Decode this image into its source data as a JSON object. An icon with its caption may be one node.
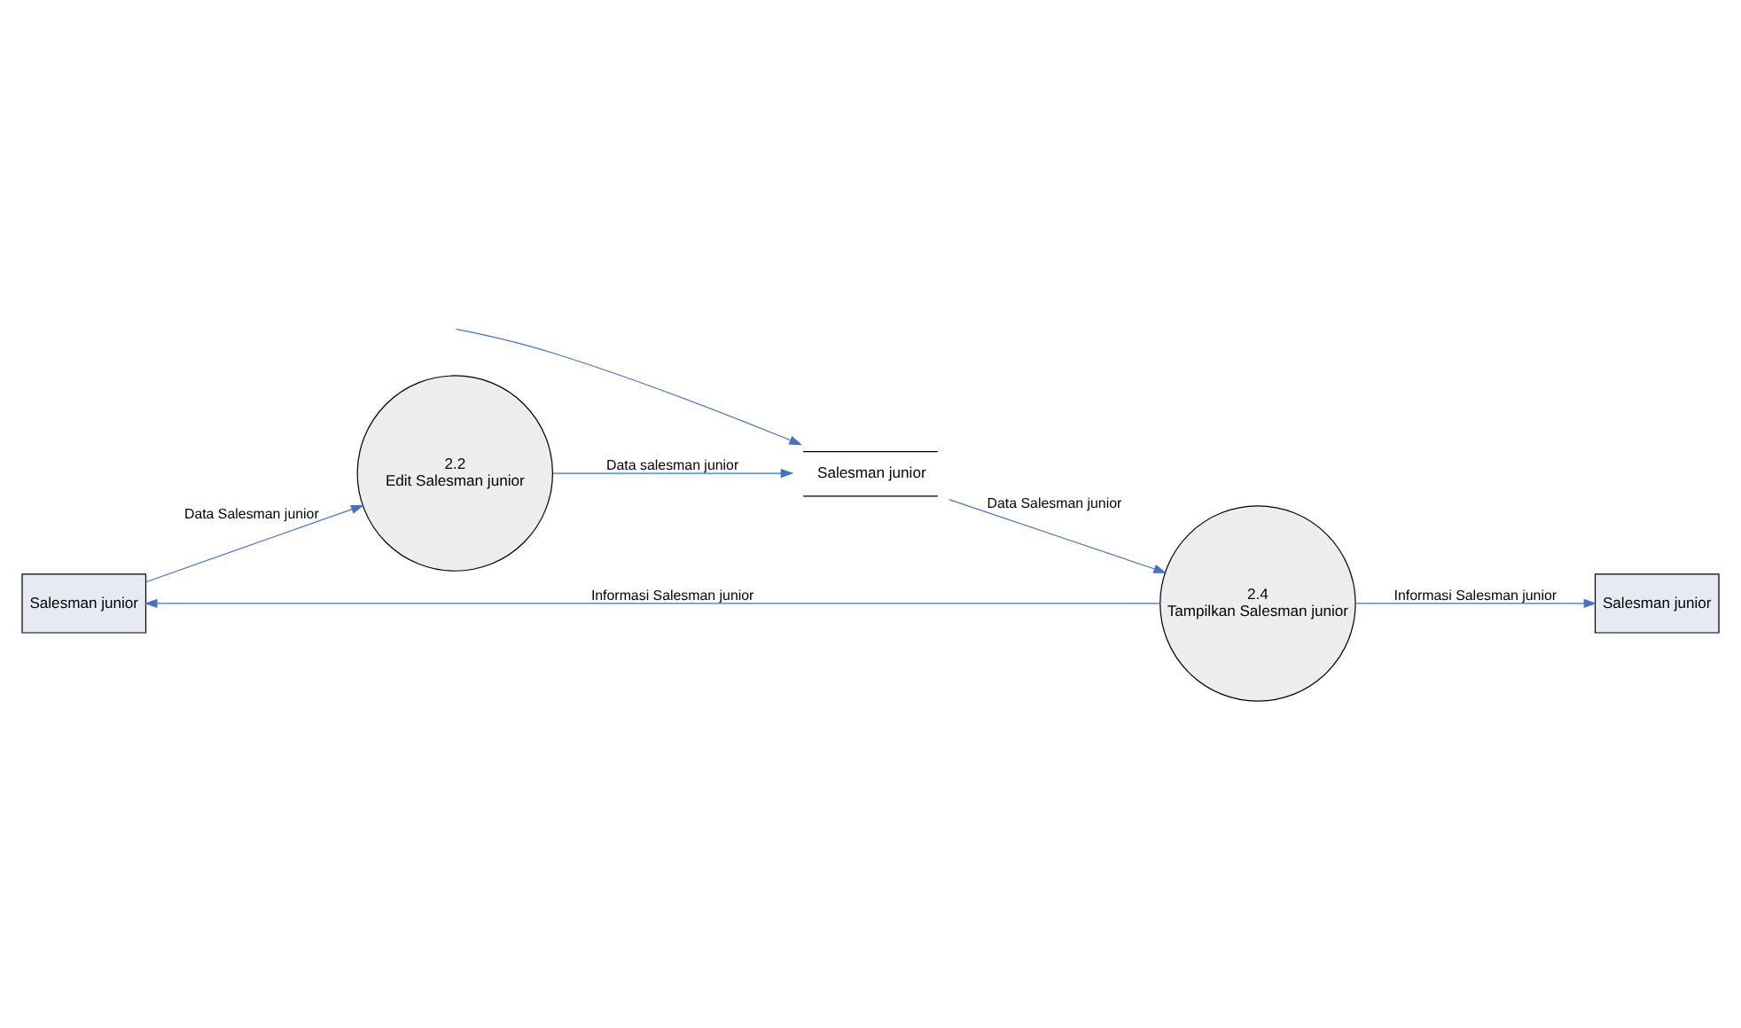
{
  "diagram": {
    "nodes": [
      {
        "text": [
          "Salesman junior"
        ]
      },
      {
        "text": [
          "Salesman junior"
        ]
      },
      {
        "text": [
          "2.2",
          "Edit Salesman junior"
        ]
      },
      {
        "text": [
          "2.4",
          "Tampilkan Salesman junior"
        ]
      },
      {
        "text": [
          "Salesman junior"
        ]
      }
    ],
    "edges": [
      {
        "from": 0,
        "to": 2,
        "arrow": "to",
        "label": "Data Salesman junior"
      },
      {
        "from": 2,
        "to": 1,
        "arrow": "to",
        "label": "Data salesman junior"
      },
      {
        "from": null,
        "to": 1,
        "arrow": "to"
      },
      {
        "from": 1,
        "to": 3,
        "arrow": "to",
        "label": "Data Salesman junior"
      },
      {
        "from": 3,
        "to": 0,
        "arrow": "to",
        "label": "Informasi Salesman junior"
      },
      {
        "from": 3,
        "to": 4,
        "arrow": "to",
        "label": "Informasi Salesman junior"
      }
    ]
  }
}
